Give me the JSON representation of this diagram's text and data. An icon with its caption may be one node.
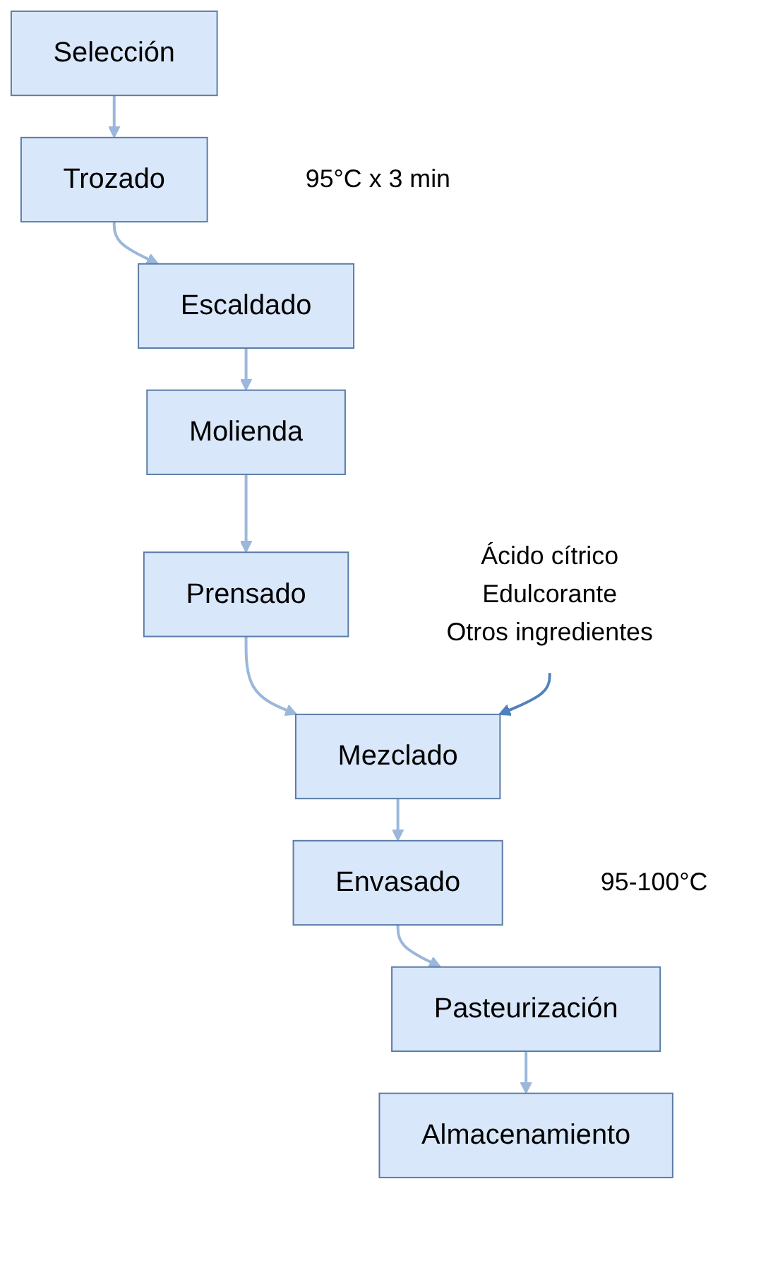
{
  "diagram": {
    "nodes": [
      {
        "text": [
          "Selección"
        ]
      },
      {
        "text": [
          "Trozado"
        ]
      },
      {
        "text": [
          "Escaldado"
        ],
        "beside": [
          "95°C x  3 min"
        ]
      },
      {
        "text": [
          "Molienda"
        ]
      },
      {
        "text": [
          "Prensado"
        ]
      },
      {
        "text": [
          "Mezclado"
        ]
      },
      {
        "text": [
          "Envasado"
        ]
      },
      {
        "text": [
          "Pasteurización"
        ],
        "beside": [
          "95-100°C"
        ]
      },
      {
        "text": [
          "Almacenamiento"
        ]
      },
      {
        "text": [
          "Ácido cítrico",
          "Edulcorante",
          "Otros ingredientes"
        ]
      }
    ],
    "edges": [
      {
        "from": 0,
        "to": 1,
        "arrow": "to"
      },
      {
        "from": 1,
        "to": 2,
        "arrow": "to"
      },
      {
        "from": 2,
        "to": 3,
        "arrow": "to"
      },
      {
        "from": 3,
        "to": 4,
        "arrow": "to"
      },
      {
        "from": 4,
        "to": 5,
        "arrow": "to"
      },
      {
        "from": 5,
        "to": 6,
        "arrow": "to"
      },
      {
        "from": 6,
        "to": 7,
        "arrow": "to"
      },
      {
        "from": 7,
        "to": 8,
        "arrow": "to"
      },
      {
        "from": 9,
        "to": 5,
        "arrow": "to",
        "color": "#4f81bd"
      }
    ]
  }
}
